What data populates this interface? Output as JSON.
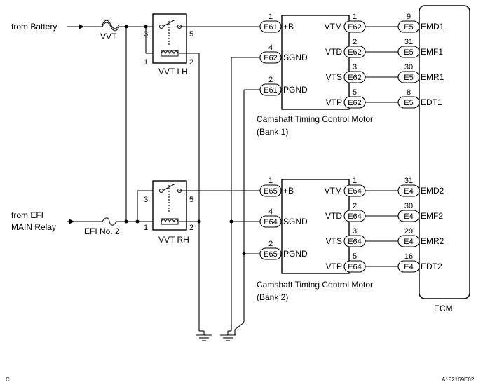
{
  "inputs": {
    "battery": "from Battery",
    "efi_line1": "from EFI",
    "efi_line2": "MAIN Relay"
  },
  "fuses": {
    "vvt": "VVT",
    "efi": "EFI No. 2"
  },
  "relays": {
    "lh": {
      "name": "VVT LH",
      "pins": [
        "3",
        "5",
        "1",
        "2"
      ]
    },
    "rh": {
      "name": "VVT RH",
      "pins": [
        "3",
        "5",
        "1",
        "2"
      ]
    }
  },
  "bank1": {
    "left_pins": [
      {
        "num": "1",
        "conn": "E61",
        "signal": "+B"
      },
      {
        "num": "4",
        "conn": "E62",
        "signal": "SGND"
      },
      {
        "num": "2",
        "conn": "E61",
        "signal": "PGND"
      }
    ],
    "right_pins": [
      {
        "signal": "VTM",
        "num": "1",
        "conn": "E62"
      },
      {
        "signal": "VTD",
        "num": "2",
        "conn": "E62"
      },
      {
        "signal": "VTS",
        "num": "3",
        "conn": "E62"
      },
      {
        "signal": "VTP",
        "num": "5",
        "conn": "E62"
      }
    ],
    "label_line1": "Camshaft Timing Control Motor",
    "label_line2": "(Bank 1)"
  },
  "bank2": {
    "left_pins": [
      {
        "num": "1",
        "conn": "E65",
        "signal": "+B"
      },
      {
        "num": "4",
        "conn": "E64",
        "signal": "SGND"
      },
      {
        "num": "2",
        "conn": "E65",
        "signal": "PGND"
      }
    ],
    "right_pins": [
      {
        "signal": "VTM",
        "num": "1",
        "conn": "E64"
      },
      {
        "signal": "VTD",
        "num": "2",
        "conn": "E64"
      },
      {
        "signal": "VTS",
        "num": "3",
        "conn": "E64"
      },
      {
        "signal": "VTP",
        "num": "5",
        "conn": "E64"
      }
    ],
    "label_line1": "Camshaft Timing Control Motor",
    "label_line2": "(Bank 2)"
  },
  "ecm": {
    "label": "ECM",
    "pins_bank1": [
      {
        "num": "9",
        "conn": "E5",
        "signal": "EMD1"
      },
      {
        "num": "31",
        "conn": "E5",
        "signal": "EMF1"
      },
      {
        "num": "30",
        "conn": "E5",
        "signal": "EMR1"
      },
      {
        "num": "8",
        "conn": "E5",
        "signal": "EDT1"
      }
    ],
    "pins_bank2": [
      {
        "num": "31",
        "conn": "E4",
        "signal": "EMD2"
      },
      {
        "num": "30",
        "conn": "E4",
        "signal": "EMF2"
      },
      {
        "num": "29",
        "conn": "E4",
        "signal": "EMR2"
      },
      {
        "num": "16",
        "conn": "E4",
        "signal": "EDT2"
      }
    ]
  },
  "footer": {
    "left": "C",
    "right": "A182169E02"
  }
}
